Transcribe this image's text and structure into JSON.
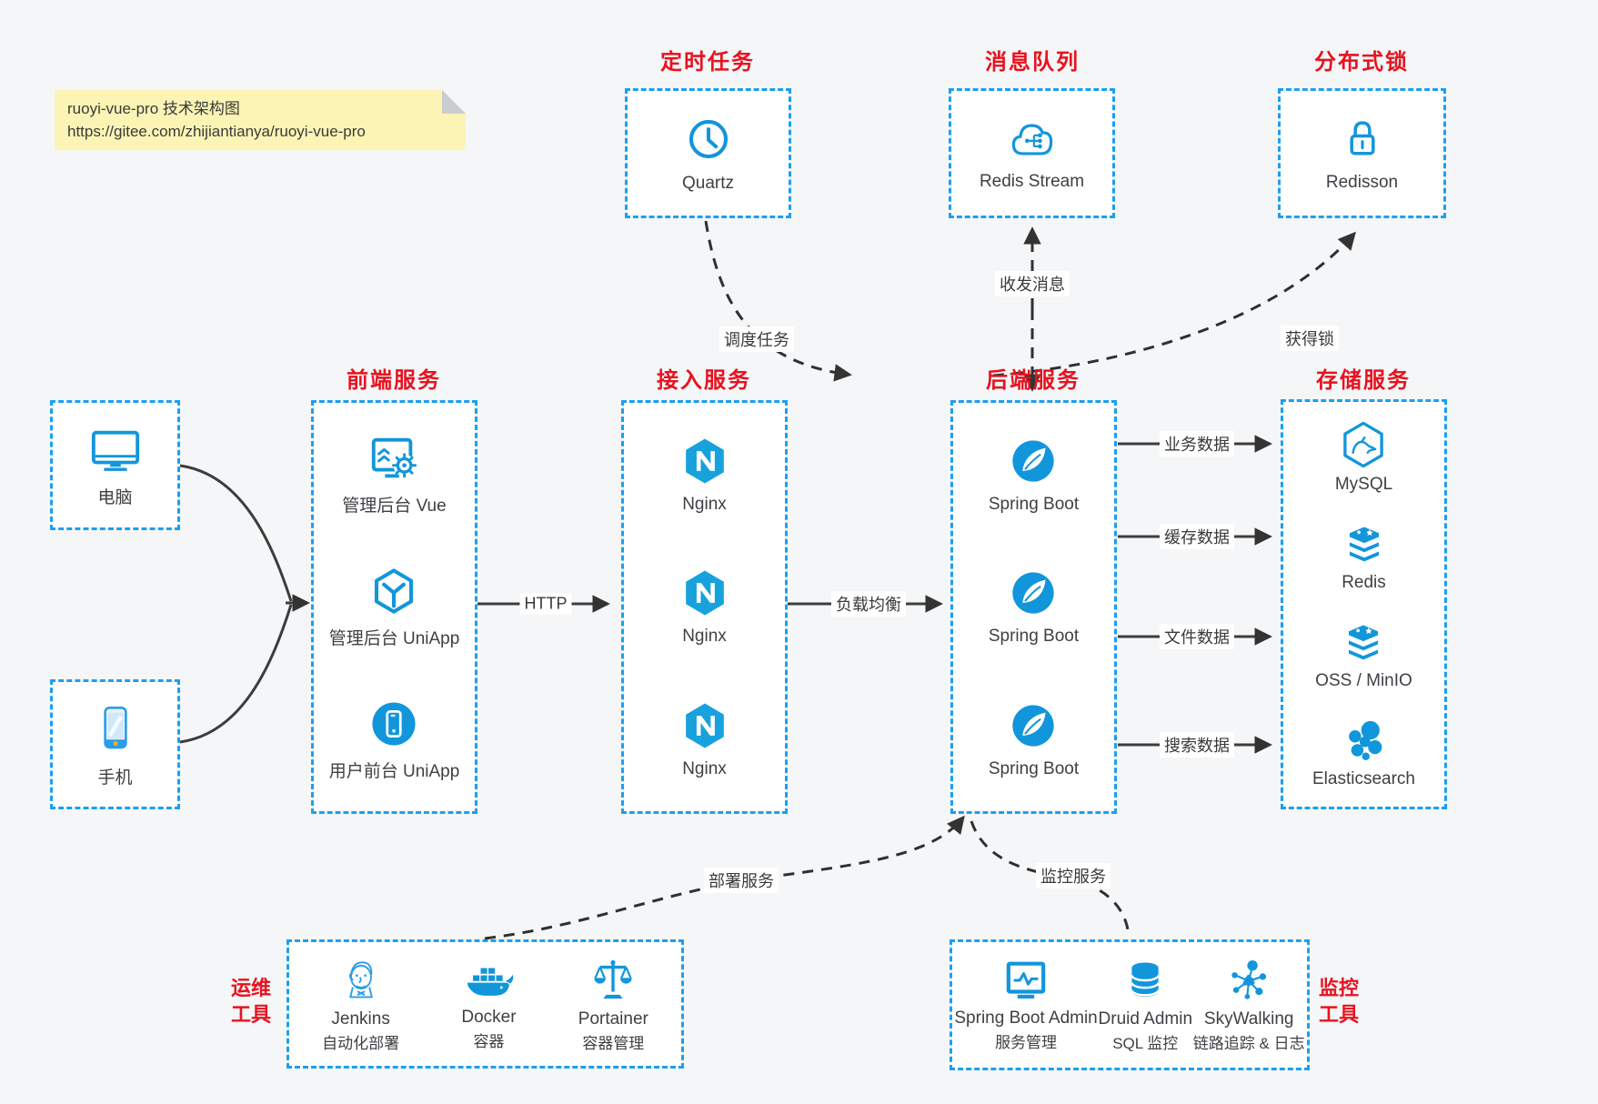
{
  "colors": {
    "background": "#f5f6f7",
    "box_fill": "#ffffff",
    "dashed_border_blue": "#1b9ff2",
    "icon_blue": "#1296db",
    "title_red": "#e8121f",
    "text_dark": "#3f4045",
    "arrow_dark": "#363636",
    "note_bg": "#fbf4b5"
  },
  "note": {
    "line1": "ruoyi-vue-pro 技术架构图",
    "line2": "https://gitee.com/zhijiantianya/ruoyi-vue-pro"
  },
  "top_services": [
    {
      "title": "定时任务",
      "label": "Quartz",
      "icon": "clock-icon"
    },
    {
      "title": "消息队列",
      "label": "Redis Stream",
      "icon": "cloud-mq-icon"
    },
    {
      "title": "分布式锁",
      "label": "Redisson",
      "icon": "padlock-icon"
    }
  ],
  "clients": [
    {
      "label": "电脑",
      "icon": "desktop-icon"
    },
    {
      "label": "手机",
      "icon": "smartphone-icon"
    }
  ],
  "frontend": {
    "title": "前端服务",
    "items": [
      {
        "label": "管理后台 Vue",
        "icon": "monitor-gear-icon"
      },
      {
        "label": "管理后台 UniApp",
        "icon": "cube-icon"
      },
      {
        "label": "用户前台 UniApp",
        "icon": "phone-circle-icon"
      }
    ]
  },
  "gateway": {
    "title": "接入服务",
    "items": [
      {
        "label": "Nginx",
        "icon": "nginx-hexagon-icon"
      },
      {
        "label": "Nginx",
        "icon": "nginx-hexagon-icon"
      },
      {
        "label": "Nginx",
        "icon": "nginx-hexagon-icon"
      }
    ]
  },
  "backend": {
    "title": "后端服务",
    "items": [
      {
        "label": "Spring Boot",
        "icon": "spring-leaf-icon"
      },
      {
        "label": "Spring Boot",
        "icon": "spring-leaf-icon"
      },
      {
        "label": "Spring Boot",
        "icon": "spring-leaf-icon"
      }
    ]
  },
  "storage": {
    "title": "存储服务",
    "items": [
      {
        "label": "MySQL",
        "icon": "mysql-hexagon-icon"
      },
      {
        "label": "Redis",
        "icon": "redis-stack-icon"
      },
      {
        "label": "OSS / MinIO",
        "icon": "storage-stack-icon"
      },
      {
        "label": "Elasticsearch",
        "icon": "elastic-cluster-icon"
      }
    ]
  },
  "ops": {
    "title_line1": "运维",
    "title_line2": "工具",
    "items": [
      {
        "name": "Jenkins",
        "desc": "自动化部署",
        "icon": "jenkins-butler-icon"
      },
      {
        "name": "Docker",
        "desc": "容器",
        "icon": "docker-whale-icon"
      },
      {
        "name": "Portainer",
        "desc": "容器管理",
        "icon": "scales-icon"
      }
    ]
  },
  "monitoring": {
    "title_line1": "监控",
    "title_line2": "工具",
    "items": [
      {
        "name": "Spring Boot Admin",
        "desc": "服务管理",
        "icon": "monitor-pulse-icon"
      },
      {
        "name": "Druid Admin",
        "desc": "SQL 监控",
        "icon": "database-cylinder-icon"
      },
      {
        "name": "SkyWalking",
        "desc": "链路追踪 & 日志",
        "icon": "molecule-icon"
      }
    ]
  },
  "edges": {
    "http": "HTTP",
    "load_balance": "负载均衡",
    "schedule_task": "调度任务",
    "send_receive_message": "收发消息",
    "acquire_lock": "获得锁",
    "business_data": "业务数据",
    "cache_data": "缓存数据",
    "file_data": "文件数据",
    "search_data": "搜索数据",
    "deploy_service": "部署服务",
    "monitor_service": "监控服务"
  }
}
